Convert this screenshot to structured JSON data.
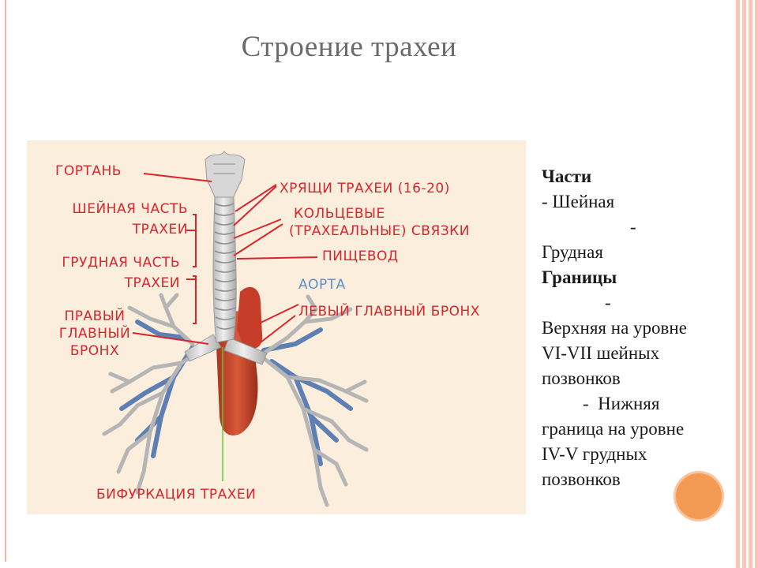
{
  "title": "Строение трахеи",
  "diagram": {
    "labels": {
      "larynx": "ГОРТАНЬ",
      "neck_part": [
        "ШЕЙНАЯ ЧАСТЬ",
        "ТРАХЕИ"
      ],
      "thoracic_part": [
        "ГРУДНАЯ ЧАСТЬ",
        "ТРАХЕИ"
      ],
      "right_bronchus": [
        "ПРАВЫЙ",
        "ГЛАВНЫЙ",
        "БРОНХ"
      ],
      "cartilage": "ХРЯЩИ ТРАХЕИ (16-20)",
      "ligaments": [
        "КОЛЬЦЕВЫЕ",
        "(ТРАХЕАЛЬНЫЕ) СВЯЗКИ"
      ],
      "esophagus": "ПИЩЕВОД",
      "aorta": "АОРТА",
      "left_bronchus": "ЛЕВЫЙ ГЛАВНЫЙ БРОНХ",
      "bifurcation": "БИФУРКАЦИЯ ТРАХЕИ"
    }
  },
  "side": {
    "parts_heading": "Части",
    "part1": "- Шейная",
    "dash1": "-",
    "part2": "Грудная",
    "borders_heading": "Границы",
    "dash2": "-",
    "upper": "Верхняя на уровне VI-VII шейных позвонков",
    "lower_prefix": "-",
    "lower_word": "Нижняя",
    "lower": "граница на уровне IV-V грудных позвонков"
  },
  "colors": {
    "label_red": "#d9262d",
    "label_blue": "#5a8fc8",
    "diagram_bg": "#fbeedd",
    "accent_orange": "#f39a55",
    "border_pink": "#f2b6a6"
  }
}
